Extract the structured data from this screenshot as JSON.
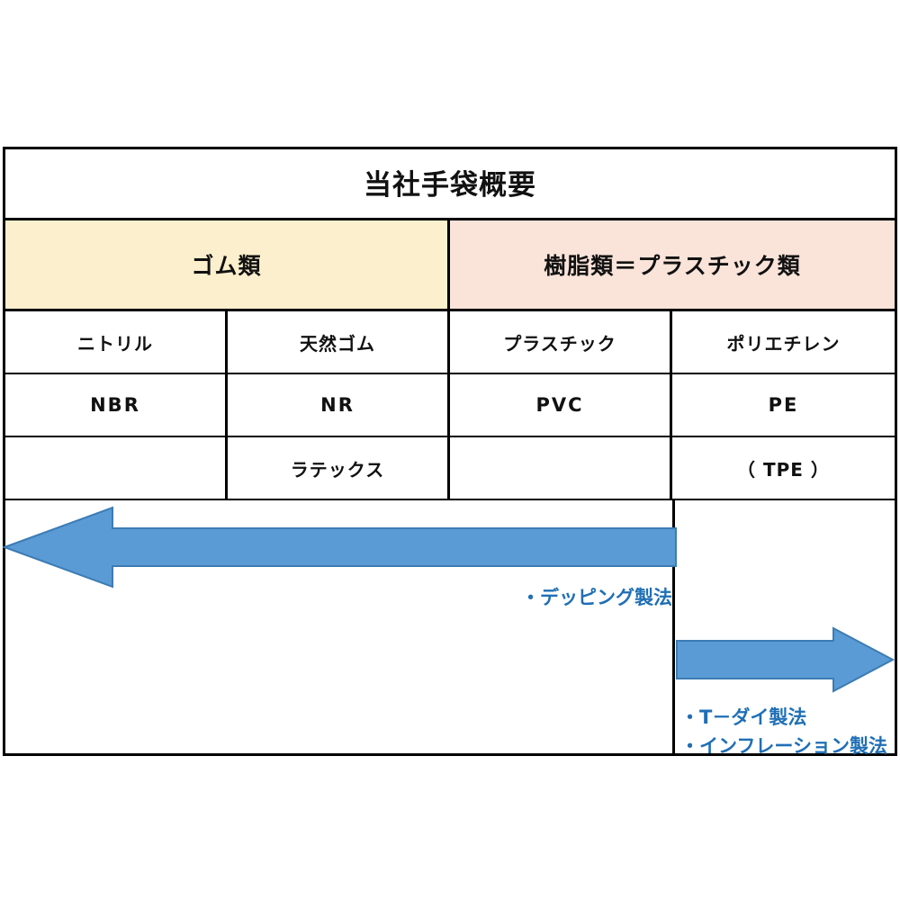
{
  "diagram": {
    "title": "当社手袋概要",
    "bands": [
      {
        "label": "ゴム類",
        "color": "#fcefcd"
      },
      {
        "label": "樹脂類＝プラスチック類",
        "color": "#fae3d9"
      }
    ],
    "rows": [
      {
        "cells": [
          "ニトリル",
          "天然ゴム",
          "プラスチック",
          "ポリエチレン"
        ]
      },
      {
        "cells": [
          "NBR",
          "NR",
          "PVC",
          "PE"
        ]
      },
      {
        "cells": [
          "",
          "ラテックス",
          "",
          "（ TPE ）"
        ]
      }
    ],
    "arrows": {
      "left": {
        "direction": "left",
        "color": "#5b9bd5",
        "outline": "#3c7cb4"
      },
      "right": {
        "direction": "right",
        "color": "#5b9bd5",
        "outline": "#3c7cb4"
      }
    },
    "notes": {
      "dipping": "・デッピング製法",
      "t_die": "・T－ダイ製法",
      "inflation": "・インフレーション製法",
      "color": "#1f6fb5"
    }
  }
}
